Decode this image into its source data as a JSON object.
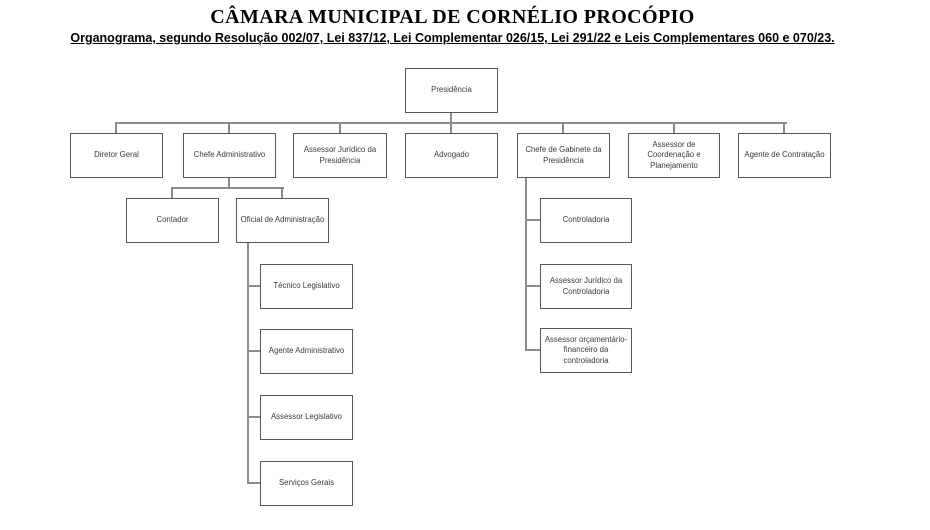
{
  "header": {
    "title": "CÂMARA MUNICIPAL DE CORNÉLIO PROCÓPIO",
    "subtitle": "Organograma, segundo Resolução 002/07, Lei 837/12, Lei Complementar 026/15, Lei 291/22 e Leis Complementares 060 e 070/23."
  },
  "colors": {
    "background": "#ffffff",
    "box_border": "#595959",
    "connector_line": "#8c8c8c",
    "box_text": "#3b3b3b",
    "title_text": "#000000"
  },
  "org_chart": {
    "nodes": [
      {
        "id": "presidencia",
        "label": "Presidência",
        "parent": null
      },
      {
        "id": "diretor-geral",
        "label": "Diretor Geral",
        "parent": "presidencia"
      },
      {
        "id": "chefe-administrativo",
        "label": "Chefe Administrativo",
        "parent": "presidencia"
      },
      {
        "id": "assessor-juridico-presidencia",
        "label": "Assessor Jurídico da Presidência",
        "parent": "presidencia"
      },
      {
        "id": "advogado",
        "label": "Advogado",
        "parent": "presidencia"
      },
      {
        "id": "chefe-gabinete-presidencia",
        "label": "Chefe de Gabinete da Presidência",
        "parent": "presidencia"
      },
      {
        "id": "assessor-coordenacao-planejamento",
        "label": "Assessor de Coordenação e Planejamento",
        "parent": "presidencia"
      },
      {
        "id": "agente-contratacao",
        "label": "Agente de Contratação",
        "parent": "presidencia"
      },
      {
        "id": "contador",
        "label": "Contador",
        "parent": "chefe-administrativo"
      },
      {
        "id": "oficial-administracao",
        "label": "Oficial de Administração",
        "parent": "chefe-administrativo"
      },
      {
        "id": "tecnico-legislativo",
        "label": "Técnico Legislativo",
        "parent": "oficial-administracao"
      },
      {
        "id": "agente-administrativo",
        "label": "Agente Administrativo",
        "parent": "oficial-administracao"
      },
      {
        "id": "assessor-legislativo",
        "label": "Assessor Legislativo",
        "parent": "oficial-administracao"
      },
      {
        "id": "servicos-gerais",
        "label": "Serviços Gerais",
        "parent": "oficial-administracao"
      },
      {
        "id": "controladoria",
        "label": "Controladoria",
        "parent": "chefe-gabinete-presidencia"
      },
      {
        "id": "assessor-juridico-controladoria",
        "label": "Assessor Jurídico da Controladoria",
        "parent": "chefe-gabinete-presidencia"
      },
      {
        "id": "assessor-orcamentario-financeiro",
        "label": "Assessor orçamentário-financeiro da controladoria",
        "parent": "chefe-gabinete-presidencia"
      }
    ]
  }
}
